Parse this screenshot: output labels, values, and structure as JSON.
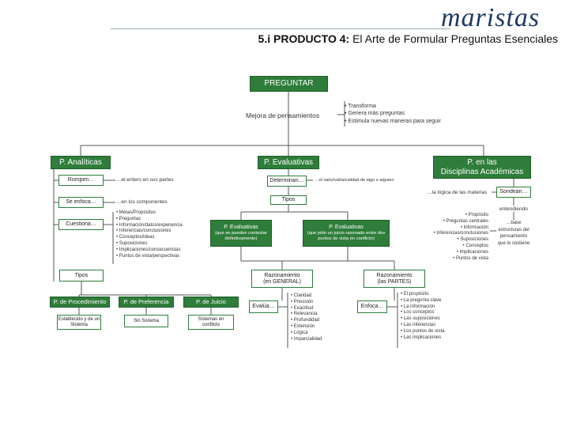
{
  "header": {
    "logo_text": "maristas",
    "title_bold": "5.i PRODUCTO 4:",
    "title_rest": " El Arte de Formular Preguntas Esenciales"
  },
  "diagram": {
    "root": "PREGUNTAR",
    "mejora": "Mejora de pensamientos",
    "mejora_bullets": [
      "Transforma",
      "Genera más preguntas",
      "Estimula nuevas maneras para seguir"
    ],
    "branches": {
      "analiticas": "P. Analíticas",
      "evaluativas": "P. Evaluativas",
      "disciplinas_line1": "P. en las",
      "disciplinas_line2": "Disciplinas Académicas"
    },
    "analiticas": {
      "rompen": "Rompen…",
      "rompen_note": "…el entero en sus partes",
      "se_enfoca": "Se enfoca…",
      "se_enfoca_note": "…en los componentes",
      "cuestiona": "Cuestiona…",
      "cuestiona_list": [
        "Metas/Propósitos",
        "Preguntas",
        "Información/datos/experiencia",
        "Inferencias/conclusiones",
        "Conceptos/ideas",
        "Suposiciones",
        "Implicaciones/consecuencias",
        "Puntos de vista/perspectivas"
      ],
      "tipos": "Tipos",
      "procedimiento": "P. de Procedimiento",
      "procedimiento_desc": "Establecido y de un Sistema",
      "preferencia": "P. de Preferencia",
      "preferencia_desc": "Sin Sistema",
      "juicio": "P. de Juicio",
      "juicio_desc": "Sistemas en conflicto"
    },
    "evaluativas": {
      "determinan": "Determinan…",
      "determinan_note": "…el valor/valía/calidad de algo o alguien",
      "tipos": "Tipos",
      "ev1_title": "P. Evaluativas",
      "ev1_desc": "(que se pueden contestar definitivamente)",
      "ev2_title": "P. Evaluativas",
      "ev2_desc": "(que pide un juicio razonado entre dos puntos de vista en conflicto)",
      "raz_general_1": "Razonamiento",
      "raz_general_2": "(en GENERAL)",
      "raz_partes_1": "Razonamiento",
      "raz_partes_2": "(las PARTES)",
      "evalua": "Evalúa…",
      "evalua_list": [
        "Claridad",
        "Precisión",
        "Exactitud",
        "Relevancia",
        "Profundidad",
        "Extensión",
        "Lógica",
        "Imparcialidad"
      ],
      "enfoca": "Enfoca…",
      "enfoca_list": [
        "El propósito",
        "La pregunta clave",
        "La información",
        "Los conceptos",
        "Las suposiciones",
        "Las inferencias",
        "Los puntos de vista",
        "Las implicaciones"
      ]
    },
    "disciplinas": {
      "sondean": "Sondean…",
      "sondean_note": "…la lógica de las materias",
      "entendiendo": "entendiendo",
      "sondean_list": [
        "Propósito",
        "Preguntas centrales",
        "Información",
        "Inferencias/conclusiones",
        "Suposiciones",
        "Conceptos",
        "Implicaciones",
        "Puntos de vista"
      ],
      "base_1": "…base",
      "base_2": "estructuras del",
      "base_3": "pensamiento",
      "base_4": "que lo sostiene"
    }
  },
  "colors": {
    "green": "#2e7d3a",
    "navy": "#1f3a66"
  }
}
